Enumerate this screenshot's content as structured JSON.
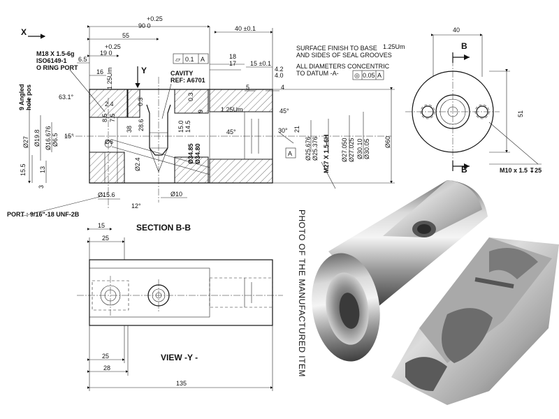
{
  "labels": {
    "axis_x": "X",
    "axis_y": "Y",
    "thread_m18_1": "M18 X 1.5-6g",
    "thread_m18_2": "ISO6149-1",
    "thread_m18_3": "O RING PORT",
    "angled_1": "9 Angled",
    "angled_2": "hole pos",
    "cavity_1": "CAVITY",
    "cavity_2": "REF: A6701",
    "surface_1": "SURFACE FINISH TO BASE",
    "surface_2": "AND SIDES  OF SEAL GROOVES",
    "concentric_1": "ALL DIAMETERS CONCENTRIC",
    "concentric_2": "TO DATUM -A-",
    "port": "PORT :  9/16\"-18 UNF-2B",
    "section": "SECTION  B-B",
    "view_y": "VIEW  -Y -",
    "photo_caption": "PHOTO OF THE MANUFACTURED ITEM",
    "section_mark": "B",
    "m10": "M10 x 1.5  ↧25",
    "m27": "M27 X 1.5-6H",
    "datum_a": "A"
  },
  "dimensions": {
    "d_plus025_top": "+0.25",
    "d_90": "90  0",
    "d_55": "55",
    "d_40": "40 ±0.1",
    "d_plus025_mid": "+0.25",
    "d_19": "19  0",
    "d_6_5": "6.5",
    "d_16": "16",
    "d_1_25um_a": "1.25Um",
    "d_18": "18",
    "d_17": "17",
    "d_15": "15 ±0.1",
    "d_4_2": "4.2",
    "d_4_0": "4.0",
    "d_5": "5",
    "d_4": "4",
    "d_1_25um_b": "1.25Um",
    "d_1_25um_c": "1.25Um",
    "d_45_a": "45°",
    "d_45_b": "45°",
    "d_30": "30°",
    "d_63": "63.1°",
    "d_15deg": "15°",
    "d_12deg": "12°",
    "d_2_4": "2.4",
    "d_7_5": "7.5",
    "d_8_5": "8.5",
    "d_0_3_a": "0.3",
    "d_0_3_b": "0.3",
    "d_28_6": "28.6",
    "d_38": "38",
    "d_15_0": "15.0",
    "d_14_5": "14.5",
    "d_9": "9",
    "d_21": "21",
    "d_phi27": "Ø27",
    "d_phi19_8": "Ø19.8",
    "d_phi16_676": "Ø16.676",
    "d_phi6_5": "Ø6.5",
    "d_phi6": "Ø6",
    "d_phi2_4": "Ø2.4",
    "d_phi34_85": "Ø34.85",
    "d_phi34_80": "Ø34.80",
    "d_phi25_676": "Ø25.676",
    "d_phi25_376": "Ø25.376",
    "d_phi27_050": "Ø27.050",
    "d_phi27_025": "Ø27.025",
    "d_phi30_10": "Ø30.10",
    "d_phi30_05": "Ø30.05",
    "d_phi60": "Ø60",
    "d_phi15_6": "Ø15.6",
    "d_phi10": "Ø10",
    "d_15_5": "15.5",
    "d_13": "13",
    "d_3": "3",
    "d_15_bot": "15",
    "d_25_top": "25",
    "d_25_bot": "25",
    "d_28": "28",
    "d_135": "135",
    "d_40_right": "40",
    "d_51": "51",
    "d_1_25um_sf": "1.25Um",
    "tol_flat_sym": "▱",
    "tol_flat_val": "0.1",
    "tol_flat_ref": "A",
    "tol_conc_sym": "◎",
    "tol_conc_val": "0.05",
    "tol_conc_ref": "A"
  }
}
